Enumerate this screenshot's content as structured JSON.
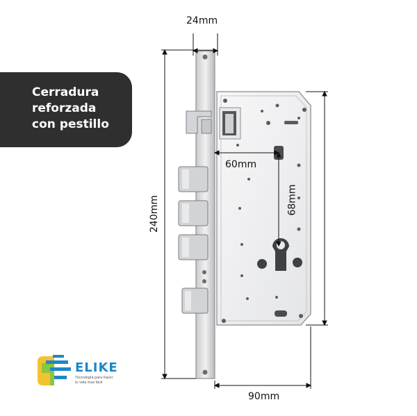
{
  "promo": {
    "lines": [
      "Cerradura",
      "reforzada",
      "con pestillo"
    ]
  },
  "dimensions": {
    "faceplate_width": "24mm",
    "backset": "60mm",
    "center_distance": "68mm",
    "height": "240mm",
    "case_width": "90mm"
  },
  "brand": {
    "name": "ELIKE",
    "tagline_1": "Tecnología para hacer",
    "tagline_2": "tu vida mas fácil"
  },
  "colors": {
    "card_bg": "#2f2f2f",
    "brand_blue": "#1f86c8",
    "brand_green": "#8cc63f",
    "brand_yellow": "#f2c230",
    "metal": "#d9dadc"
  }
}
